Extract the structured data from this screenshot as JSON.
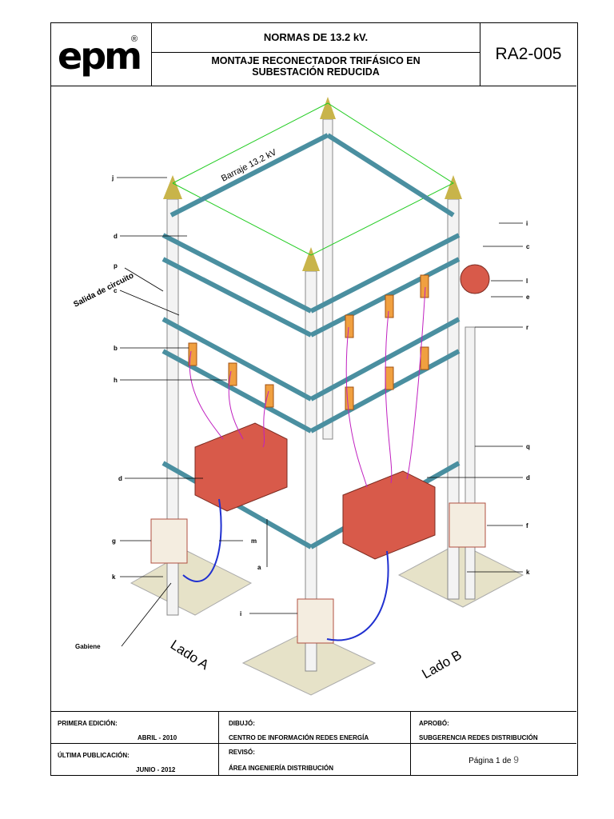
{
  "header": {
    "logo": "epm",
    "registered": "®",
    "title_line1": "NORMAS DE 13.2 kV.",
    "title_line2": "MONTAJE RECONECTADOR TRIFÁSICO EN",
    "title_line3": "SUBESTACIÓN REDUCIDA",
    "code": "RA2-005"
  },
  "drawing": {
    "busbar_label": "Barraje 13.2 kV",
    "exit_label": "Salida de circuito",
    "side_a": "Lado A",
    "side_b": "Lado B",
    "gabiene": "Gabiene",
    "callouts": {
      "j": "j",
      "d1": "d",
      "p": "p",
      "c1": "c",
      "b": "b",
      "h": "h",
      "d2": "d",
      "g": "g",
      "m": "m",
      "k1": "k",
      "a1": "a",
      "i1": "i",
      "i2": "i",
      "c2": "c",
      "l": "l",
      "e": "e",
      "r": "r",
      "q": "q",
      "d3": "d",
      "f": "f",
      "k2": "k"
    }
  },
  "footer": {
    "primera_label": "PRIMERA EDICIÓN:",
    "primera_value": "ABRIL - 2010",
    "ultima_label": "ÚLTIMA PUBLICACIÓN:",
    "ultima_value": "JUNIO - 2012",
    "dibujo_label": "DIBUJÓ:",
    "dibujo_value": "CENTRO DE INFORMACIÓN REDES ENERGÍA",
    "reviso_label": "REVISÓ:",
    "reviso_value": "ÁREA INGENIERÍA DISTRIBUCIÓN",
    "aprobo_label": "APROBÓ:",
    "aprobo_value": "SUBGERENCIA  REDES DISTRIBUCIÓN",
    "pagina_text": "Página 1 de",
    "pagina_total": "9"
  }
}
